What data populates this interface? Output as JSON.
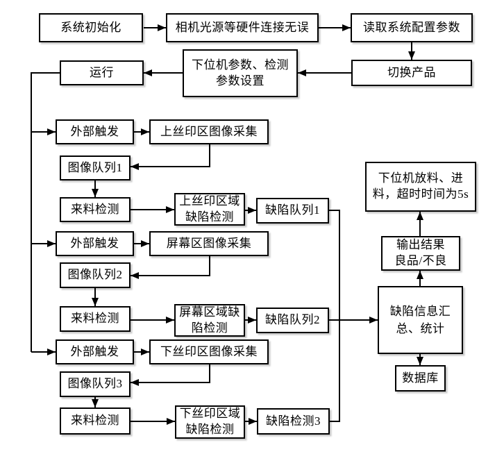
{
  "colors": {
    "background": "#ffffff",
    "box_fill": "#ffffff",
    "box_border": "#000000",
    "line": "#000000",
    "text": "#000000"
  },
  "nodes": {
    "sys_init": {
      "label": "系统初始化"
    },
    "hw_check": {
      "label": "相机光源等硬件连接无误"
    },
    "read_config": {
      "label": "读取系统配置参数"
    },
    "switch_product": {
      "label": "切换产品"
    },
    "param_setting": {
      "label": "下位机参数、检测\n参数设置"
    },
    "run": {
      "label": "运行"
    },
    "ext_trigger_1": {
      "label": "外部触发"
    },
    "upper_capture": {
      "label": "上丝印区图像采集"
    },
    "img_queue_1": {
      "label": "图像队列1"
    },
    "incoming_1": {
      "label": "来料检测"
    },
    "upper_defect": {
      "label": "上丝印区域\n缺陷检测"
    },
    "defect_queue_1": {
      "label": "缺陷队列1"
    },
    "ext_trigger_2": {
      "label": "外部触发"
    },
    "screen_capture": {
      "label": "屏幕区图像采集"
    },
    "img_queue_2": {
      "label": "图像队列2"
    },
    "incoming_2": {
      "label": "来料检测"
    },
    "screen_defect": {
      "label": "屏幕区域缺\n陷检测"
    },
    "defect_queue_2": {
      "label": "缺陷队列2"
    },
    "ext_trigger_3": {
      "label": "外部触发"
    },
    "lower_capture": {
      "label": "下丝印区图像采集"
    },
    "img_queue_3": {
      "label": "图像队列3"
    },
    "incoming_3": {
      "label": "来料检测"
    },
    "lower_defect": {
      "label": "下丝印区域\n缺陷检测"
    },
    "defect_check_3": {
      "label": "缺陷检测3"
    },
    "unload_feed": {
      "label": "下位机放料、进\n料，超时时间为5s"
    },
    "output_result": {
      "label": "输出结果\n良品/不良"
    },
    "defect_summary": {
      "label": "缺陷信息汇\n总、统计"
    },
    "database": {
      "label": "数据库"
    }
  },
  "edges": [
    {
      "from": "sys_init",
      "to": "hw_check"
    },
    {
      "from": "hw_check",
      "to": "read_config"
    },
    {
      "from": "read_config",
      "to": "switch_product"
    },
    {
      "from": "switch_product",
      "to": "param_setting"
    },
    {
      "from": "param_setting",
      "to": "run"
    },
    {
      "from": "run",
      "to": "ext_trigger_1"
    },
    {
      "from": "run",
      "to": "ext_trigger_2"
    },
    {
      "from": "run",
      "to": "ext_trigger_3"
    },
    {
      "from": "ext_trigger_1",
      "to": "upper_capture"
    },
    {
      "from": "upper_capture",
      "to": "img_queue_1"
    },
    {
      "from": "img_queue_1",
      "to": "incoming_1"
    },
    {
      "from": "incoming_1",
      "to": "upper_defect"
    },
    {
      "from": "upper_defect",
      "to": "defect_queue_1"
    },
    {
      "from": "defect_queue_1",
      "to": "defect_summary"
    },
    {
      "from": "ext_trigger_2",
      "to": "screen_capture"
    },
    {
      "from": "screen_capture",
      "to": "img_queue_2"
    },
    {
      "from": "img_queue_2",
      "to": "incoming_2"
    },
    {
      "from": "incoming_2",
      "to": "screen_defect"
    },
    {
      "from": "screen_defect",
      "to": "defect_queue_2"
    },
    {
      "from": "defect_queue_2",
      "to": "defect_summary"
    },
    {
      "from": "ext_trigger_3",
      "to": "lower_capture"
    },
    {
      "from": "lower_capture",
      "to": "img_queue_3"
    },
    {
      "from": "img_queue_3",
      "to": "incoming_3"
    },
    {
      "from": "incoming_3",
      "to": "lower_defect"
    },
    {
      "from": "lower_defect",
      "to": "defect_check_3"
    },
    {
      "from": "defect_check_3",
      "to": "defect_summary"
    },
    {
      "from": "defect_summary",
      "to": "output_result"
    },
    {
      "from": "output_result",
      "to": "unload_feed"
    },
    {
      "from": "defect_summary",
      "to": "database"
    }
  ]
}
